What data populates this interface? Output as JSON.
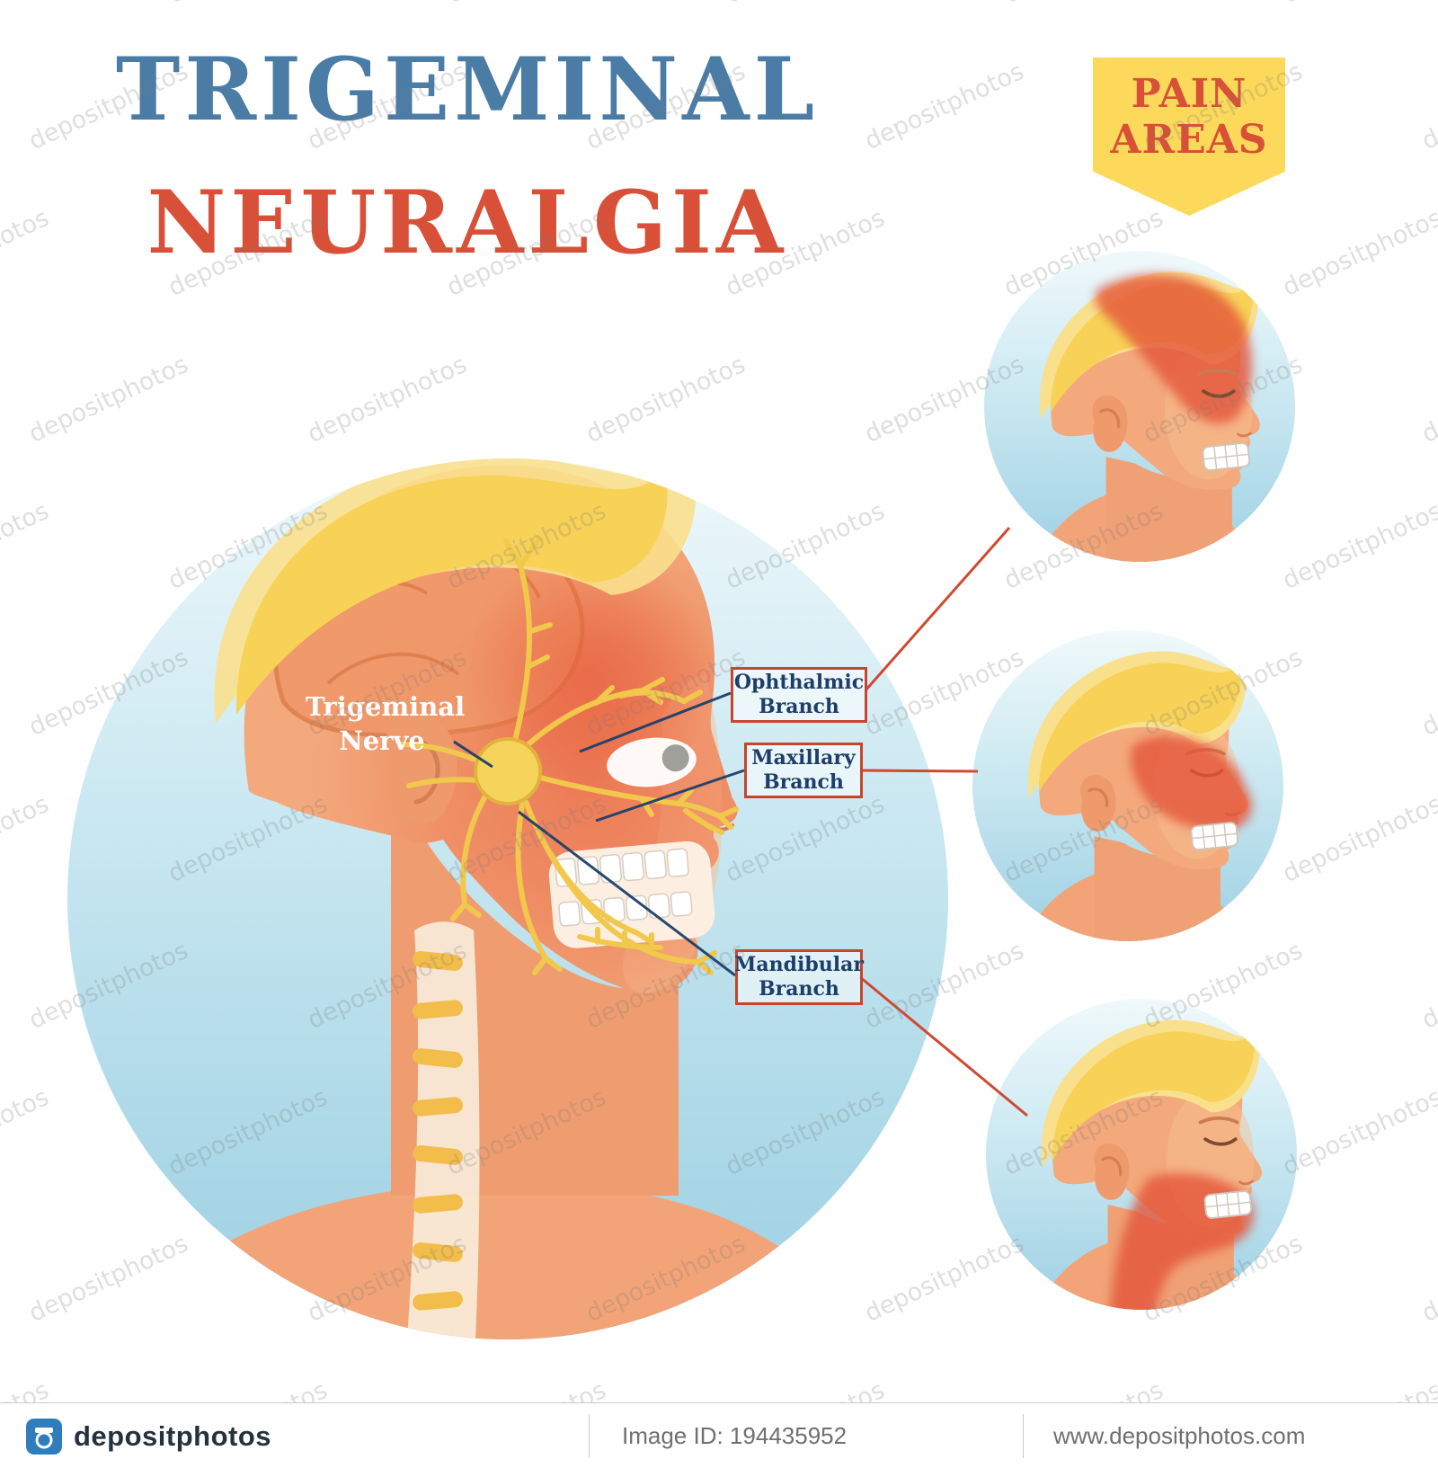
{
  "title": {
    "line1": "TRIGEMINAL",
    "line2": "NEURALGIA"
  },
  "banner": {
    "line1": "PAIN",
    "line2": "AREAS"
  },
  "diagram": {
    "nerve_label": {
      "line1": "Trigeminal",
      "line2": "Nerve"
    },
    "branch_labels": [
      {
        "line1": "Ophthalmic",
        "line2": "Branch"
      },
      {
        "line1": "Maxillary",
        "line2": "Branch"
      },
      {
        "line1": "Mandibular",
        "line2": "Branch"
      }
    ]
  },
  "watermark": {
    "text": "depositphotos"
  },
  "footer": {
    "logo_text": "depositphotos",
    "image_id": "Image ID: 194435952",
    "website": "www.depositphotos.com"
  },
  "colors": {
    "title_blue": "#4a7ca6",
    "title_red": "#d95038",
    "banner_yellow": "#fcd95b",
    "label_border_red": "#c7452c",
    "label_text_navy": "#1c3e6b",
    "nerve_yellow": "#f1c84b",
    "pain_red": "#e2543b",
    "skin": "#f3a97c",
    "hair_yellow": "#f7d257",
    "circle_blue": "#9ed0e3"
  }
}
